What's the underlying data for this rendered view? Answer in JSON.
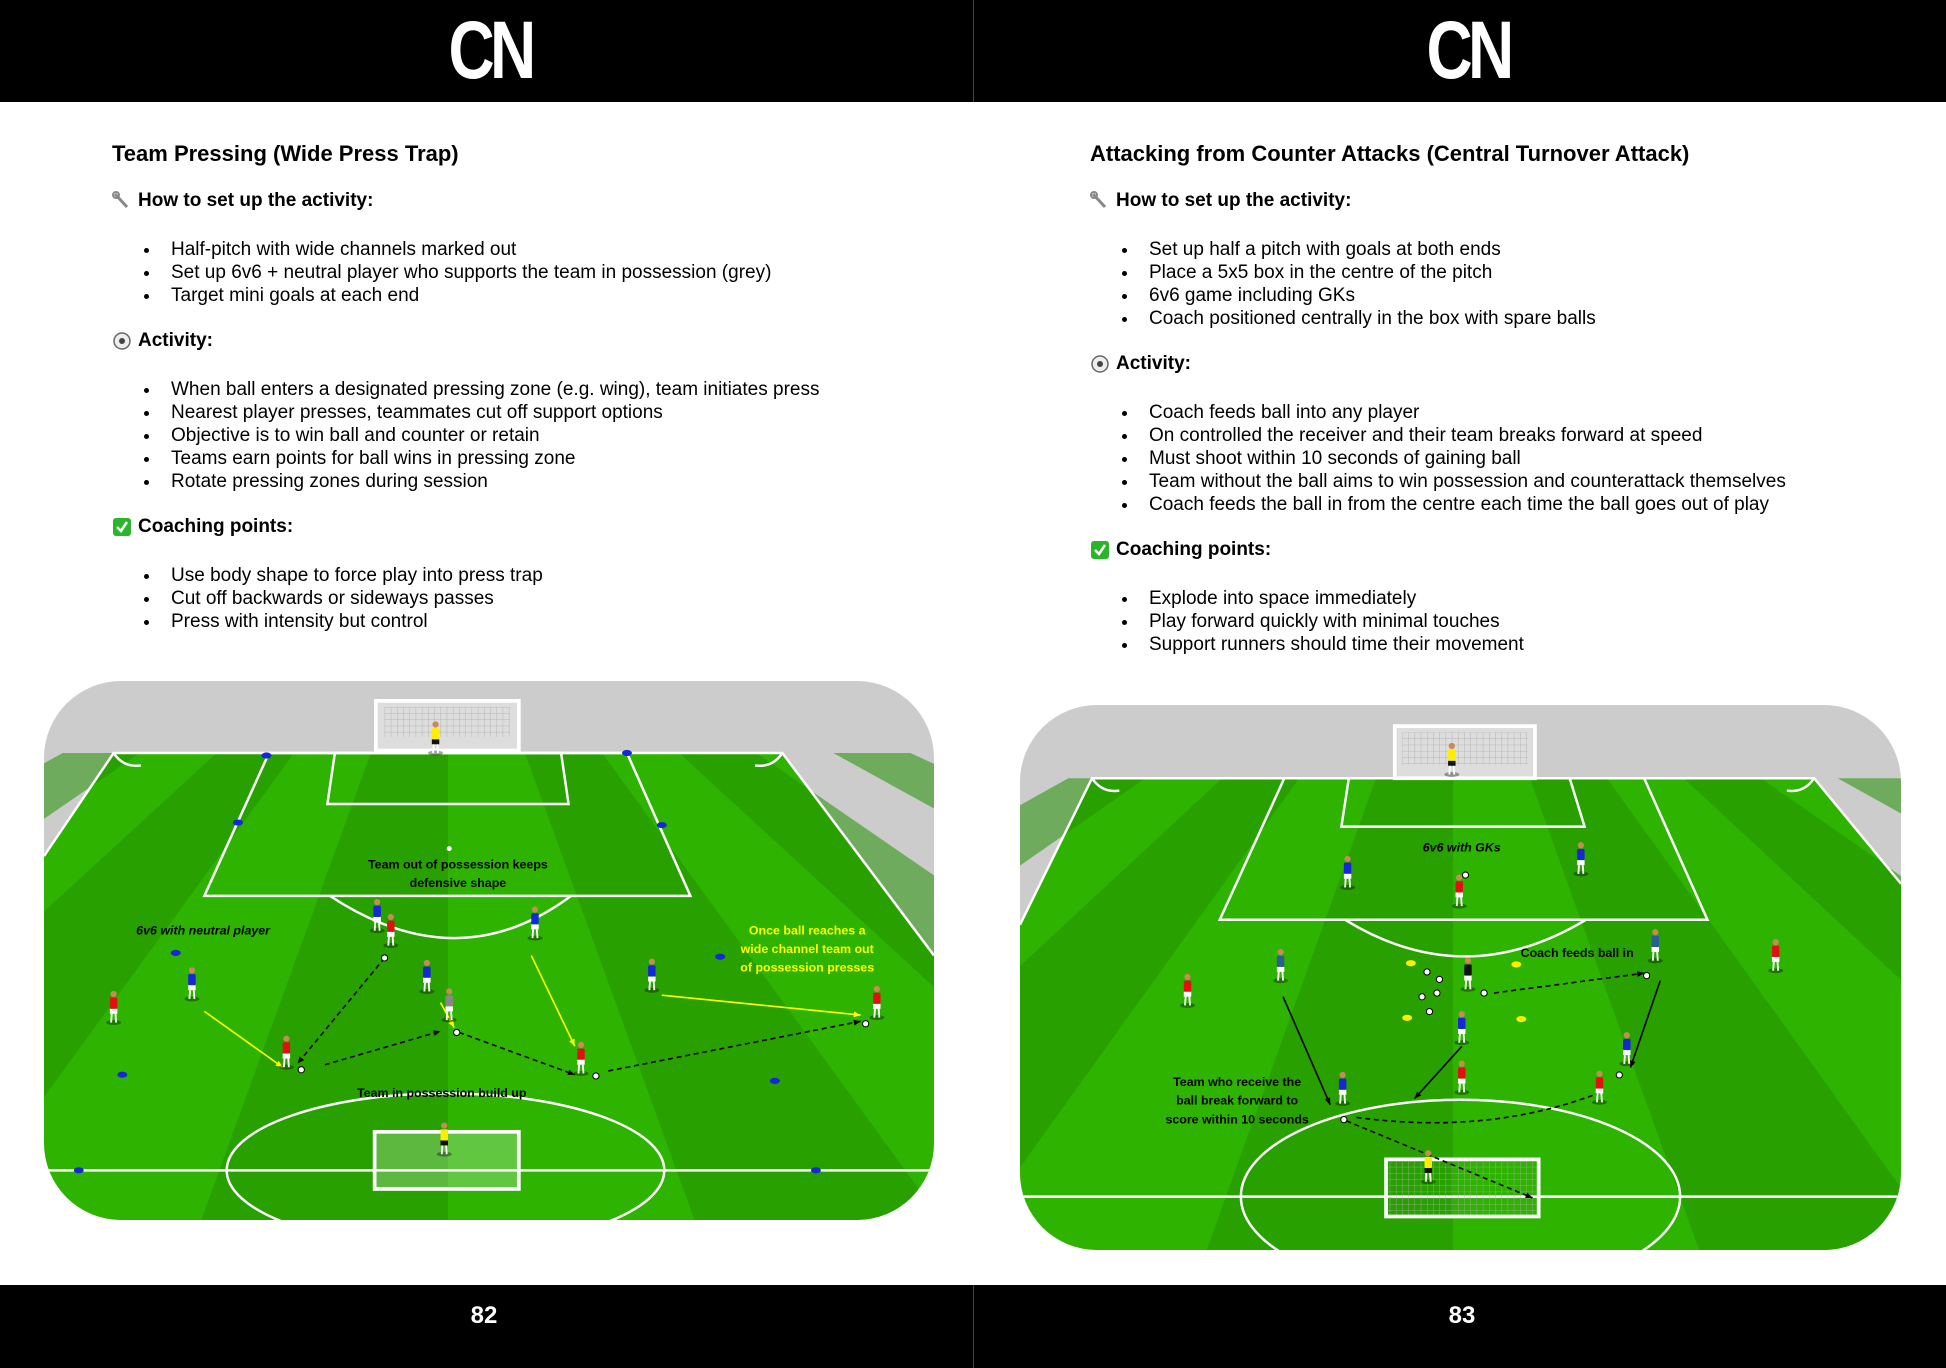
{
  "header": {
    "left_logo": "CN",
    "right_logo": "CN"
  },
  "footer": {
    "left_page": "82",
    "right_page": "83"
  },
  "left": {
    "title": "Team Pressing (Wide Press Trap)",
    "setup_heading": "How to set up the activity:",
    "setup": [
      "Half-pitch with wide channels marked out",
      "Set up 6v6 + neutral player who supports the team in possession (grey)",
      "Target mini goals at each end"
    ],
    "activity_heading": "Activity:",
    "activity": [
      "When ball enters a designated pressing zone (e.g. wing), team initiates press",
      "Nearest player presses, teammates cut off support options",
      "Objective is to win ball and counter or retain",
      "Teams earn points for ball wins in pressing zone",
      "Rotate pressing zones during session"
    ],
    "coaching_heading": "Coaching points:",
    "coaching": [
      "Use body shape to force play into press trap",
      "Cut off backwards or sideways passes",
      "Press with intensity but control"
    ],
    "diagram": {
      "label_defense": [
        "Team out of possession keeps",
        "defensive shape"
      ],
      "label_setup": "6v6 with neutral player",
      "label_press": [
        "Once ball reaches a",
        "wide channel team out",
        "of possession presses"
      ],
      "label_build": "Team in possession build up"
    }
  },
  "right": {
    "title": "Attacking from Counter Attacks (Central Turnover Attack)",
    "setup_heading": "How to set up the activity:",
    "setup": [
      "Set up half a pitch with goals at both ends",
      "Place a 5x5 box in the centre of the pitch",
      "6v6 game including GKs",
      "Coach positioned centrally in the box with spare balls"
    ],
    "activity_heading": "Activity:",
    "activity": [
      "Coach feeds ball into any player",
      "On controlled the receiver and their team breaks forward at speed",
      "Must shoot within 10 seconds of gaining ball",
      "Team without the ball aims to win possession and counterattack themselves",
      "Coach feeds the ball in from the centre each time the ball goes out of play"
    ],
    "coaching_heading": "Coaching points:",
    "coaching": [
      "Explode into space immediately",
      "Play forward quickly with minimal touches",
      "Support runners should time their movement"
    ],
    "diagram": {
      "label_setup": "6v6 with GKs",
      "label_coach": "Coach feeds ball in",
      "label_break": [
        "Team who receive the",
        "ball break forward to",
        "score within 10 seconds"
      ]
    }
  },
  "icons": {
    "setup": "wrench-icon",
    "activity": "soccer-ball-icon",
    "coaching": "check-box-icon"
  },
  "colors": {
    "pitch_light": "#2db300",
    "pitch_dark": "#229000",
    "surround": "#cccccc",
    "team_red": "#e31010",
    "team_blue": "#1428d8",
    "label_yellow": "#ffff00",
    "check_green": "#2bb52b"
  }
}
